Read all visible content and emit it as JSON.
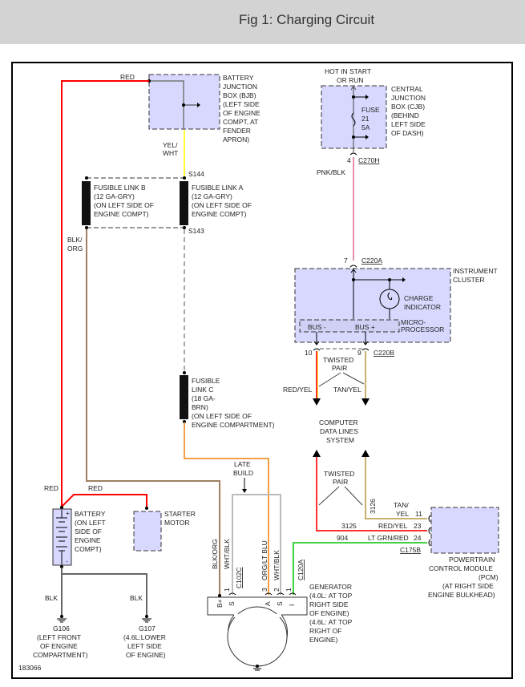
{
  "header": {
    "title": "Fig 1: Charging Circuit"
  },
  "figure_id": "183066",
  "colors": {
    "red": "#ff0000",
    "yel_wht": "#ffff33",
    "pnk_blk": "#e88fb0",
    "tan_yel": "#c8b070",
    "orange": "#f0a040",
    "blk_org": "#a08060",
    "lt_grn": "#40d040",
    "component_fill": "#d8d8ff",
    "wire_gray": "#999999",
    "black": "#000000"
  },
  "components": {
    "bjb": {
      "lines": [
        "BATTERY",
        "JUNCTION",
        "BOX (BJB)",
        "(LEFT SIDE",
        "OF ENGINE",
        "COMPT, AT",
        "FENDER",
        "APRON)"
      ]
    },
    "cjb": {
      "header": [
        "HOT IN START",
        "OR RUN"
      ],
      "lines": [
        "CENTRAL",
        "JUNCTION",
        "BOX (CJB)",
        "(BEHIND",
        "LEFT SIDE",
        "OF DASH)"
      ],
      "fuse": [
        "FUSE",
        "21",
        "5A"
      ]
    },
    "fusible_link_b": {
      "lines": [
        "FUSIBLE LINK B",
        "(12 GA-GRY)",
        "(ON LEFT SIDE OF",
        "ENGINE COMPT)"
      ]
    },
    "fusible_link_a": {
      "lines": [
        "FUSIBLE LINK A",
        "(12 GA-GRY)",
        "(ON LEFT SIDE OF",
        "ENGINE COMPT)"
      ]
    },
    "fusible_link_c": {
      "lines": [
        "FUSIBLE",
        "LINK C",
        "(18 GA-",
        "BRN)",
        "(ON LEFT SIDE OF",
        "ENGINE COMPARTMENT)"
      ]
    },
    "instrument_cluster": {
      "lines": [
        "INSTRUMENT",
        "CLUSTER"
      ],
      "charge_indicator": [
        "CHARGE",
        "INDICATOR"
      ],
      "microprocessor": [
        "MICRO-",
        "PROCESSOR"
      ],
      "bus_minus": "BUS -",
      "bus_plus": "BUS +"
    },
    "computer_data_lines": {
      "lines": [
        "COMPUTER",
        "DATA LINES",
        "SYSTEM"
      ]
    },
    "battery": {
      "lines": [
        "BATTERY",
        "(ON LEFT",
        "SIDE OF",
        "ENGINE",
        "COMPT)"
      ],
      "plus": "+",
      "minus": "-"
    },
    "starter": {
      "lines": [
        "STARTER",
        "MOTOR"
      ]
    },
    "pcm": {
      "lines": [
        "POWERTRAIN",
        "CONTROL MODULE",
        "(PCM)",
        "(AT RIGHT SIDE",
        "ENGINE BULKHEAD)"
      ]
    },
    "generator": {
      "lines": [
        "GENERATOR",
        "(4.0L: AT TOP",
        "RIGHT SIDE",
        "OF ENGINE)",
        "(4.6L: AT TOP",
        "RIGHT OF",
        "ENGINE)"
      ],
      "terminals": [
        "B+",
        "S",
        "A",
        "S",
        "I"
      ]
    },
    "g106": {
      "lines": [
        "G106",
        "(LEFT FRONT",
        "OF ENGINE",
        "COMPARTMENT)"
      ]
    },
    "g107": {
      "lines": [
        "G107",
        "(4.6L:LOWER",
        "LEFT SIDE",
        "OF ENGINE)"
      ]
    }
  },
  "wire_labels": {
    "red_top": "RED",
    "yel_wht": [
      "YEL/",
      "WHT"
    ],
    "s144": "S144",
    "s143": "S143",
    "blk_org_left": [
      "BLK/",
      "ORG"
    ],
    "pnk_blk": "PNK/BLK",
    "red_batt": "RED",
    "red_starter": "RED",
    "blk_g106": "BLK",
    "blk_g107": "BLK",
    "late_build": [
      "LATE",
      "BUILD"
    ],
    "twisted_pair_top": [
      "TWISTED",
      "PAIR"
    ],
    "twisted_pair_bottom": [
      "TWISTED",
      "PAIR"
    ],
    "red_yel": "RED/YEL",
    "tan_yel": "TAN/YEL",
    "gen_blk_org": "BLK/ORG",
    "gen_wht_blk_1": "WHT/BLK",
    "gen_org_lt_blu": "ORG/LT BLU",
    "gen_wht_blk_2": "WHT/BLK",
    "circuit_3126": "3126",
    "circuit_3125": "3125",
    "circuit_904": "904",
    "pcm_tan_yel": [
      "TAN/",
      "YEL"
    ],
    "pcm_red_yel": "RED/YEL",
    "pcm_lt_grn_red": "LT GRN/RED"
  },
  "connectors": {
    "c270h": "C270H",
    "c270h_pin": "4",
    "c220a": "C220A",
    "c220a_pin": "7",
    "c220b": "C220B",
    "c220b_pin_10": "10",
    "c220b_pin_9": "9",
    "c102c": "C102C",
    "c102c_pin": "1",
    "c120a": "C120A",
    "c120a_pins": [
      "3",
      "2",
      "1"
    ],
    "c175b": "C175B",
    "c175b_pins": [
      "11",
      "23",
      "24"
    ]
  }
}
